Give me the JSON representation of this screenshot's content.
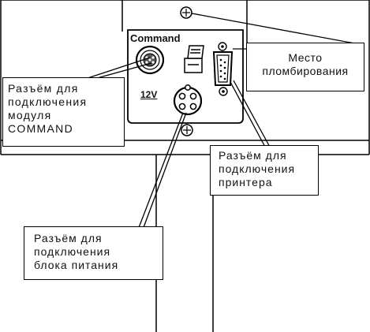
{
  "panel_labels": {
    "command": "Command",
    "voltage": "12V"
  },
  "callouts": {
    "command_module": "Разъём для\nподключения\nмодуля\nCOMMAND",
    "seal_place": "Место\nпломбирования",
    "printer": "Разъём для\nподключения\nпринтера",
    "power": "Разъём для\nподключения\nблока питания"
  }
}
